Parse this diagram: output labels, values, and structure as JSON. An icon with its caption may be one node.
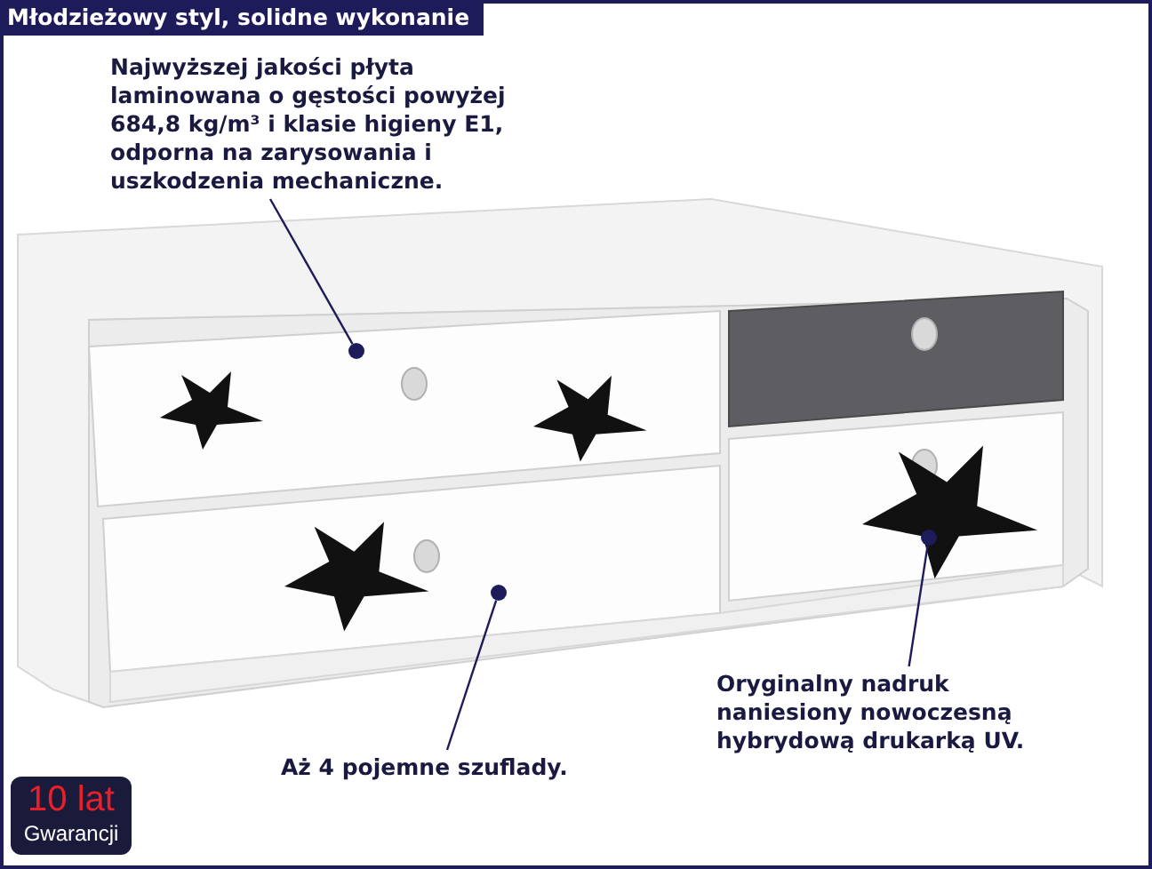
{
  "diagram": {
    "title": "Młodzieżowy styl, solidne wykonanie",
    "nodes": [
      {
        "text": [
          "Najwyższej jakości płyta laminowana o gęstości powyżej 684,8 kg/m³ i klasie higieny E1, odporna na zarysowania i uszkodzenia mechaniczne."
        ]
      },
      {
        "text": [
          "Oryginalny nadruk naniesiony nowoczesną hybrydową drukarką UV."
        ]
      },
      {
        "text": [
          "Aż 4 pojemne szuflady."
        ]
      },
      {
        "text": [],
        "shape": "circle"
      },
      {
        "text": [],
        "shape": "circle"
      },
      {
        "text": [],
        "shape": "circle"
      },
      {
        "text": [
          "10 lat",
          "Gwarancji"
        ]
      }
    ],
    "edges": [
      {
        "from": 0,
        "to": 3,
        "arrow": "none"
      },
      {
        "from": 1,
        "to": 5,
        "arrow": "none"
      },
      {
        "from": 2,
        "to": 4,
        "arrow": "none"
      }
    ]
  }
}
